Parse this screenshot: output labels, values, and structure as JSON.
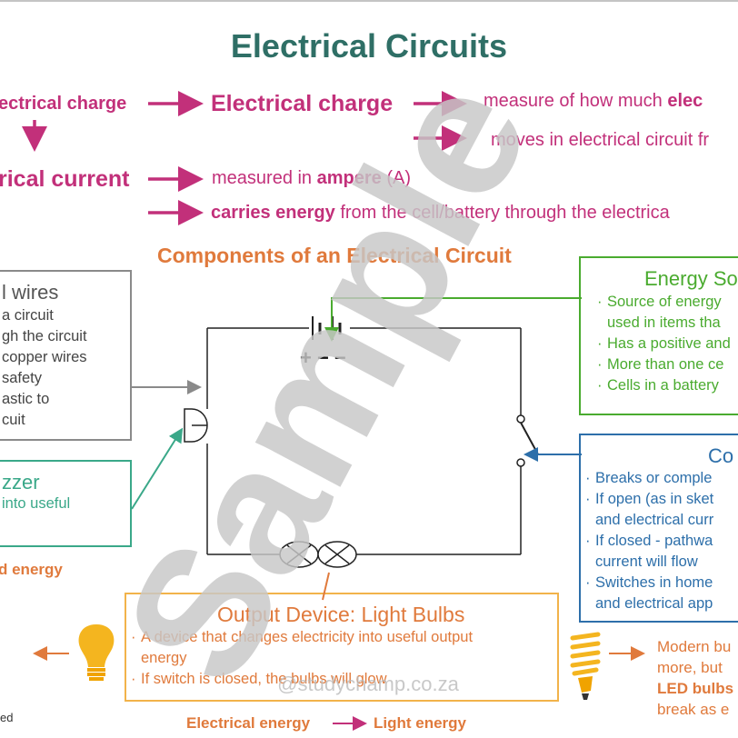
{
  "title": "Electrical Circuits",
  "flow": {
    "left_charge": "ectrical charge",
    "charge_heading": "Electrical charge",
    "charge_def_a": "measure of how much ",
    "charge_def_b": "elec",
    "charge_moves": "moves in electrical circuit fr",
    "left_current": "rical current",
    "current_measured_a": "measured in ",
    "current_measured_b": "ampere",
    "current_measured_c": " (A)",
    "current_carries_a": "carries energy",
    "current_carries_b": " from the cell/battery through the electrica"
  },
  "components_heading": "Components of an Electrical Circuit",
  "wires_box": {
    "heading": "l wires",
    "lines": [
      "a circuit",
      "gh the circuit",
      "copper wires",
      "safety",
      "astic to",
      "cuit"
    ]
  },
  "buzzer_box": {
    "heading": "zzer",
    "line": "into useful"
  },
  "buzzer_energy": "d energy",
  "energy_box": {
    "heading": "Energy So",
    "items": [
      "Source of energy",
      "used in items tha",
      "Has a positive and",
      "More than one ce",
      "Cells in a battery"
    ],
    "bullets": [
      true,
      false,
      true,
      true,
      true
    ]
  },
  "switch_box": {
    "heading": "Co",
    "items": [
      "Breaks or comple",
      "If open (as in sket",
      "and electrical curr",
      "If closed - pathwa",
      "current will flow",
      "Switches in home",
      "and electrical app"
    ],
    "bullets": [
      true,
      true,
      false,
      true,
      false,
      true,
      false
    ]
  },
  "bulb_box": {
    "heading": "Output Device: Light Bulbs",
    "items": [
      "A device that changes electricity into useful output",
      "energy",
      "If switch is closed, the bulbs will glow"
    ],
    "bullets": [
      true,
      false,
      true
    ]
  },
  "bottom_energy_a": "Electrical energy",
  "bottom_energy_b": "Light energy",
  "right_bulb_text": [
    "Modern bu",
    "more, but",
    "LED bulbs",
    "break as e"
  ],
  "bottom_left_text": "ed",
  "watermark": "Sample",
  "site_watermark": "@studychamp.co.za",
  "battery_signs": "+ − −",
  "colors": {
    "teal_title": "#2f6f66",
    "magenta": "#c2307a",
    "orange": "#e07a3c",
    "green": "#4aab2f",
    "blue": "#2d6faa",
    "gray": "#8a8a8a",
    "bulb_yellow": "#f4b51f"
  }
}
